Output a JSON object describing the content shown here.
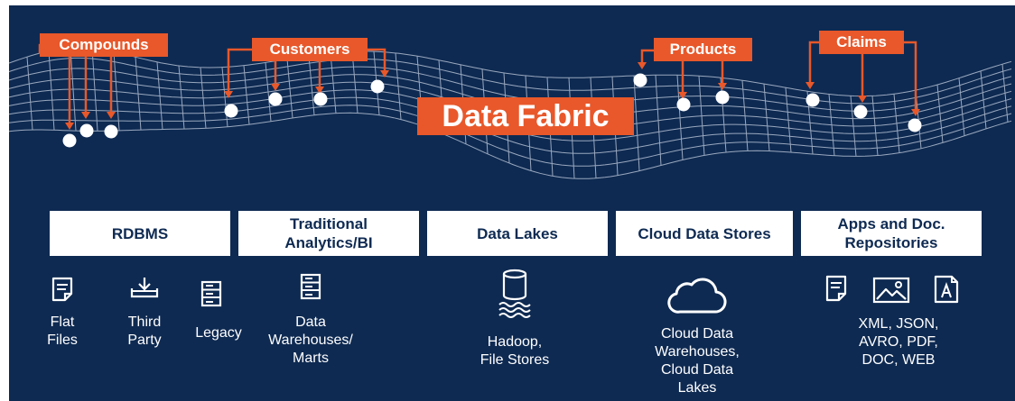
{
  "diagram": {
    "title": "Data Fabric",
    "entities": [
      {
        "label": "Compounds"
      },
      {
        "label": "Customers"
      },
      {
        "label": "Products"
      },
      {
        "label": "Claims"
      }
    ],
    "categories": [
      {
        "label_line1": "RDBMS",
        "label_line2": ""
      },
      {
        "label_line1": "Traditional",
        "label_line2": "Analytics/BI"
      },
      {
        "label_line1": "Data Lakes",
        "label_line2": ""
      },
      {
        "label_line1": "Cloud Data Stores",
        "label_line2": ""
      },
      {
        "label_line1": "Apps and Doc.",
        "label_line2": "Repositories"
      }
    ],
    "sources": [
      {
        "lines": [
          "Flat",
          "Files"
        ],
        "icon": "document-icon"
      },
      {
        "lines": [
          "Third",
          "Party"
        ],
        "icon": "download-tray-icon"
      },
      {
        "lines": [
          "Legacy"
        ],
        "icon": "server-icon"
      },
      {
        "lines": [
          "Data",
          "Warehouses/",
          "Marts"
        ],
        "icon": "server-icon"
      },
      {
        "lines": [
          "Hadoop,",
          "File Stores"
        ],
        "icon": "database-icon"
      },
      {
        "lines": [
          "Cloud Data",
          "Warehouses,",
          "Cloud Data",
          "Lakes"
        ],
        "icon": "cloud-icon"
      },
      {
        "lines": [
          "XML, JSON,",
          "AVRO, PDF,",
          "DOC, WEB"
        ],
        "icon": "document-image-pdf-icons"
      }
    ],
    "colors": {
      "background": "#0e2a52",
      "accent": "#e8582a",
      "text": "#ffffff",
      "box": "#ffffff"
    }
  }
}
